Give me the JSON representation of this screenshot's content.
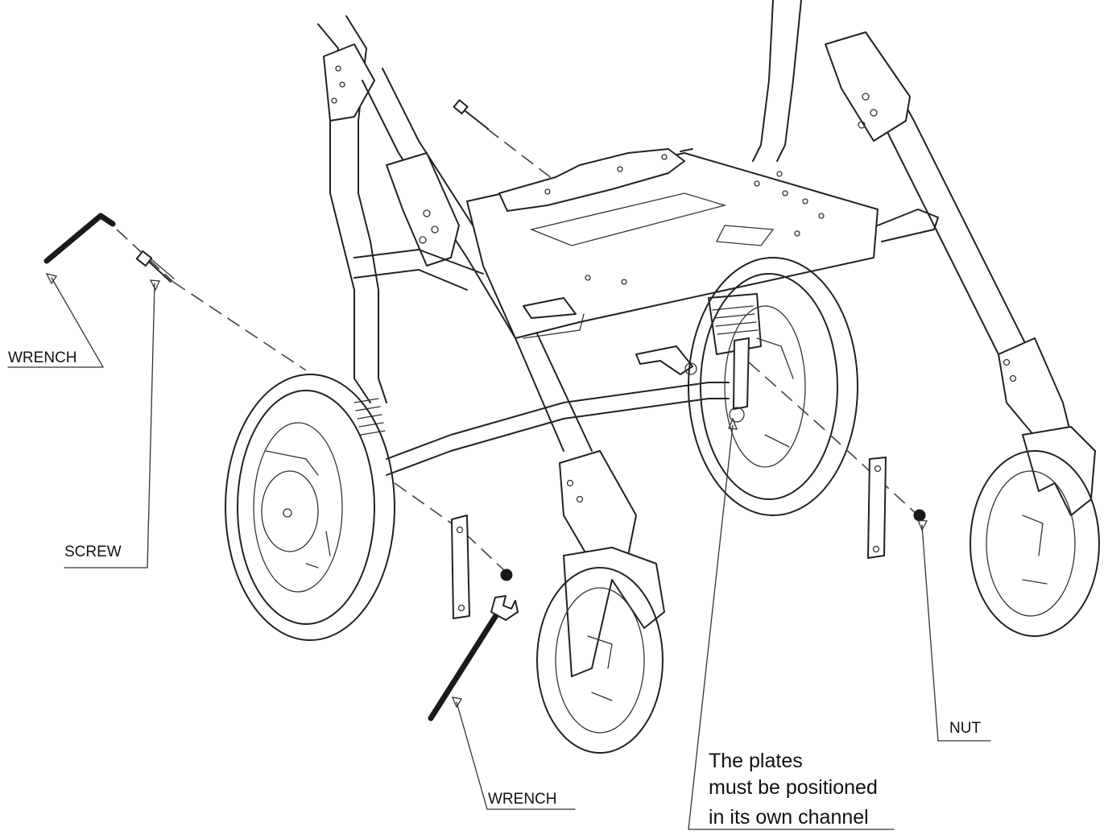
{
  "labels": {
    "wrench_top": "WRENCH",
    "screw": "SCREW",
    "wrench_bottom": "WRENCH",
    "nut": "NUT",
    "note_line1": "The plates",
    "note_line2": "must be positioned",
    "note_line3": "in its own channel"
  },
  "colors": {
    "ink": "#222222",
    "paper": "#ffffff"
  }
}
